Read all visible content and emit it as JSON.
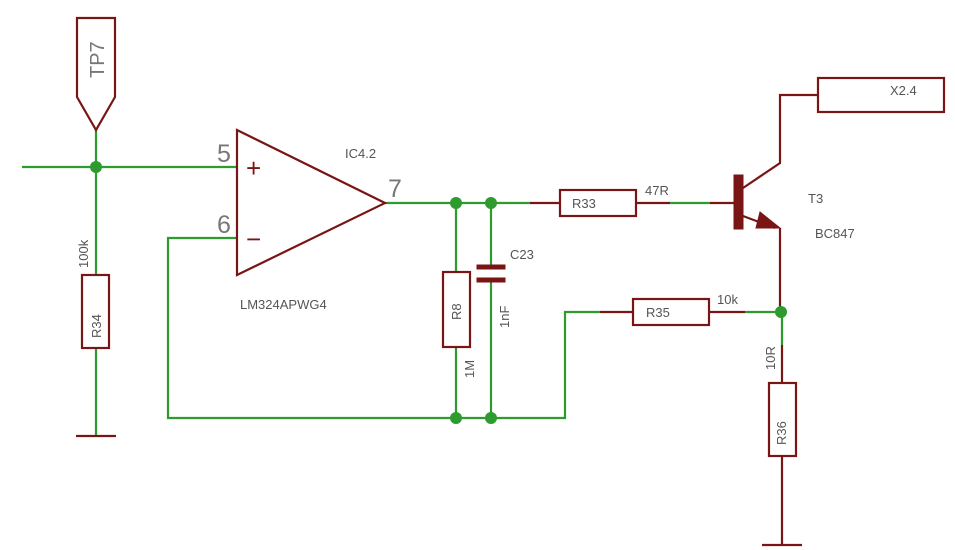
{
  "opamp": {
    "ref": "IC4.2",
    "part": "LM324APWG4",
    "pin_plus_num": "5",
    "pin_minus_num": "6",
    "pin_out_num": "7",
    "plus_sign": "+",
    "minus_sign": "−"
  },
  "testpoint": {
    "ref": "TP7"
  },
  "r34": {
    "ref": "R34",
    "value": "100k"
  },
  "r8": {
    "ref": "R8",
    "value": "1M"
  },
  "c23": {
    "ref": "C23",
    "value": "1nF"
  },
  "r33": {
    "ref": "R33",
    "value": "47R"
  },
  "r35": {
    "ref": "R35",
    "value": "10k"
  },
  "r36": {
    "ref": "R36",
    "value": "10R"
  },
  "transistor": {
    "ref": "T3",
    "part": "BC847"
  },
  "connector": {
    "ref": "X2.4"
  },
  "colors": {
    "wire": "#2e9b2e",
    "part": "#7a1515",
    "label": "#555555",
    "pin": "#777777"
  }
}
